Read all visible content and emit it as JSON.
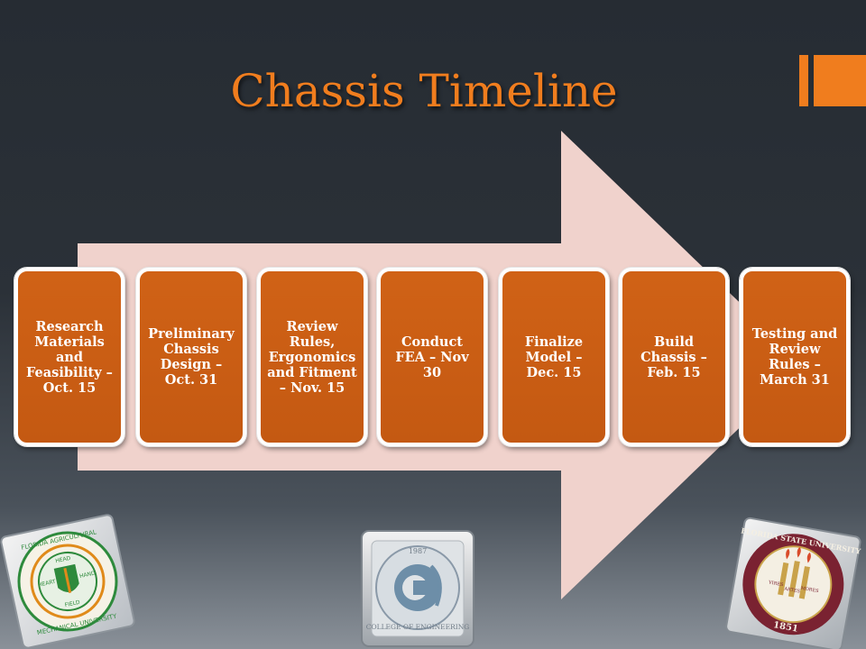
{
  "slide": {
    "title": "Chassis Timeline",
    "accent_color": "#f07d1e",
    "arrow_color": "#f0d2cc",
    "box_color": "#c85c14"
  },
  "steps": [
    {
      "label": "Research Materials and Feasibility – Oct. 15"
    },
    {
      "label": "Preliminary Chassis Design – Oct. 31"
    },
    {
      "label": "Review Rules, Ergonomics and Fitment – Nov. 15"
    },
    {
      "label": "Conduct FEA – Nov 30"
    },
    {
      "label": "Finalize Model – Dec. 15"
    },
    {
      "label": "Build Chassis – Feb. 15"
    },
    {
      "label": "Testing and Review Rules – March 31"
    }
  ],
  "logos": {
    "left": {
      "icon": "famu-seal-icon",
      "text_top": "FLORIDA AGRICULTURAL",
      "text_bottom": "MECHANICAL UNIVERSITY",
      "words": [
        "HEAD",
        "HEART",
        "HAND",
        "FIELD"
      ]
    },
    "center": {
      "icon": "college-of-engineering-seal-icon",
      "year": "1987",
      "text_bottom": "COLLEGE OF ENGINEERING"
    },
    "right": {
      "icon": "fsu-seal-icon",
      "text_top": "FLORIDA STATE UNIVERSITY",
      "year": "1851",
      "words": [
        "VIRES",
        "ARTES",
        "MORES"
      ]
    }
  }
}
